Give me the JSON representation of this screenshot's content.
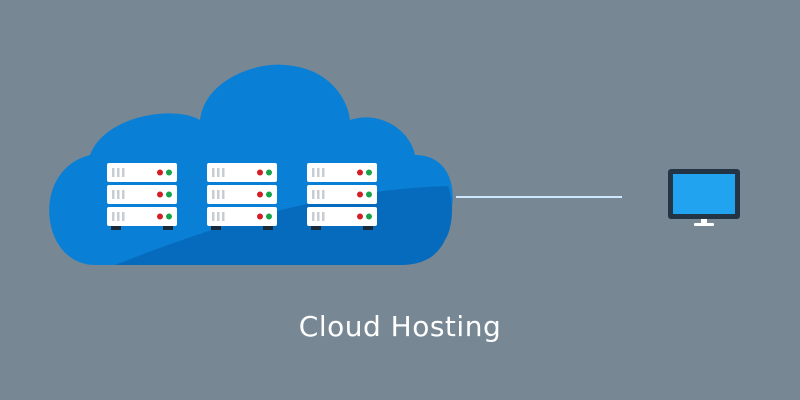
{
  "caption": "Cloud Hosting",
  "colors": {
    "background": "#778894",
    "cloud": "#0a7fd6",
    "cloud_shade": "#076bbd",
    "server_body": "#ffffff",
    "server_slot": "#c7cdd3",
    "led_red": "#d21f26",
    "led_green": "#17a34a",
    "link_line": "#cfe6ff",
    "monitor_frame": "#233445",
    "monitor_screen": "#22a3f0"
  },
  "icons": {
    "cloud": "cloud-icon",
    "server": "server-rack-icon",
    "monitor": "desktop-monitor-icon"
  },
  "server_racks": [
    {
      "name": "server-rack-1",
      "units": 3
    },
    {
      "name": "server-rack-2",
      "units": 3
    },
    {
      "name": "server-rack-3",
      "units": 3
    }
  ]
}
